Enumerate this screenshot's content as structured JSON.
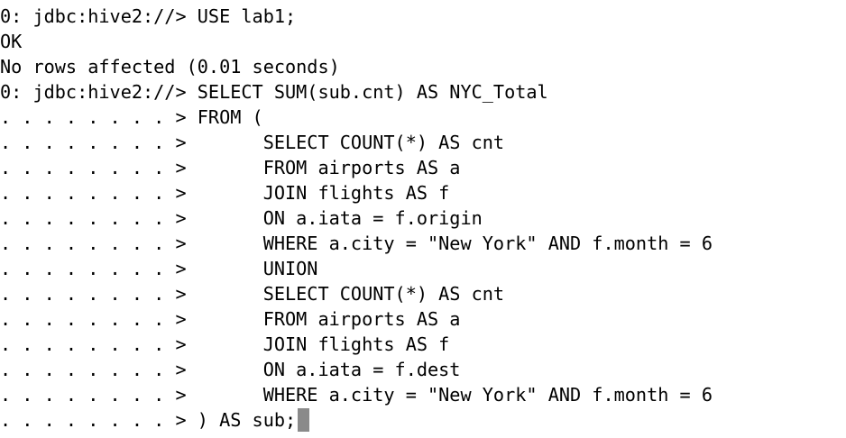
{
  "terminal": {
    "top_fragment": "0",
    "lines": [
      "0: jdbc:hive2://> USE lab1;",
      "OK",
      "No rows affected (0.01 seconds)",
      "0: jdbc:hive2://> SELECT SUM(sub.cnt) AS NYC_Total",
      ". . . . . . . . > FROM (",
      ". . . . . . . . >       SELECT COUNT(*) AS cnt",
      ". . . . . . . . >       FROM airports AS a",
      ". . . . . . . . >       JOIN flights AS f",
      ". . . . . . . . >       ON a.iata = f.origin",
      ". . . . . . . . >       WHERE a.city = \"New York\" AND f.month = 6",
      ". . . . . . . . >       UNION",
      ". . . . . . . . >       SELECT COUNT(*) AS cnt",
      ". . . . . . . . >       FROM airports AS a",
      ". . . . . . . . >       JOIN flights AS f",
      ". . . . . . . . >       ON a.iata = f.dest",
      ". . . . . . . . >       WHERE a.city = \"New York\" AND f.month = 6",
      ". . . . . . . . > ) AS sub;"
    ],
    "colors": {
      "background": "#ffffff",
      "text": "#000000",
      "cursor": "#8a8a8a"
    }
  }
}
